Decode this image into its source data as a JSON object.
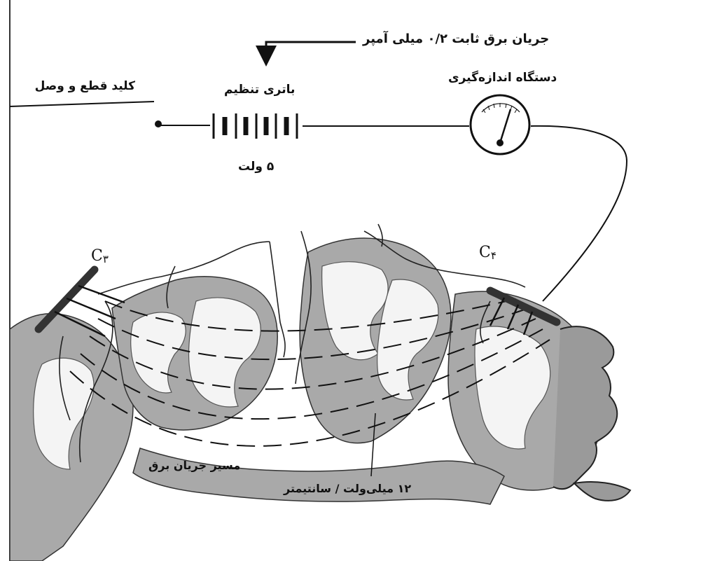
{
  "labels": {
    "current": "جریان برق ثابت ۰/۲ میلی آمپر",
    "switch": "کلید قطع و وصل",
    "battery": "باتری تنظیم",
    "voltage": "۵ ولت",
    "meter": "دستگاه اندازه‌گیری",
    "path": "مسیر جریان برق",
    "gradient": "۱۲ میلی‌ولت / سانتیمتر"
  },
  "electrodes": {
    "left": {
      "letter": "C",
      "index": "۳"
    },
    "right": {
      "letter": "C",
      "index": "۴"
    }
  },
  "colors": {
    "ink": "#111111",
    "cortex_gray": "#a9a9a9",
    "white_matter": "#f4f4f4",
    "background": "#ffffff"
  }
}
